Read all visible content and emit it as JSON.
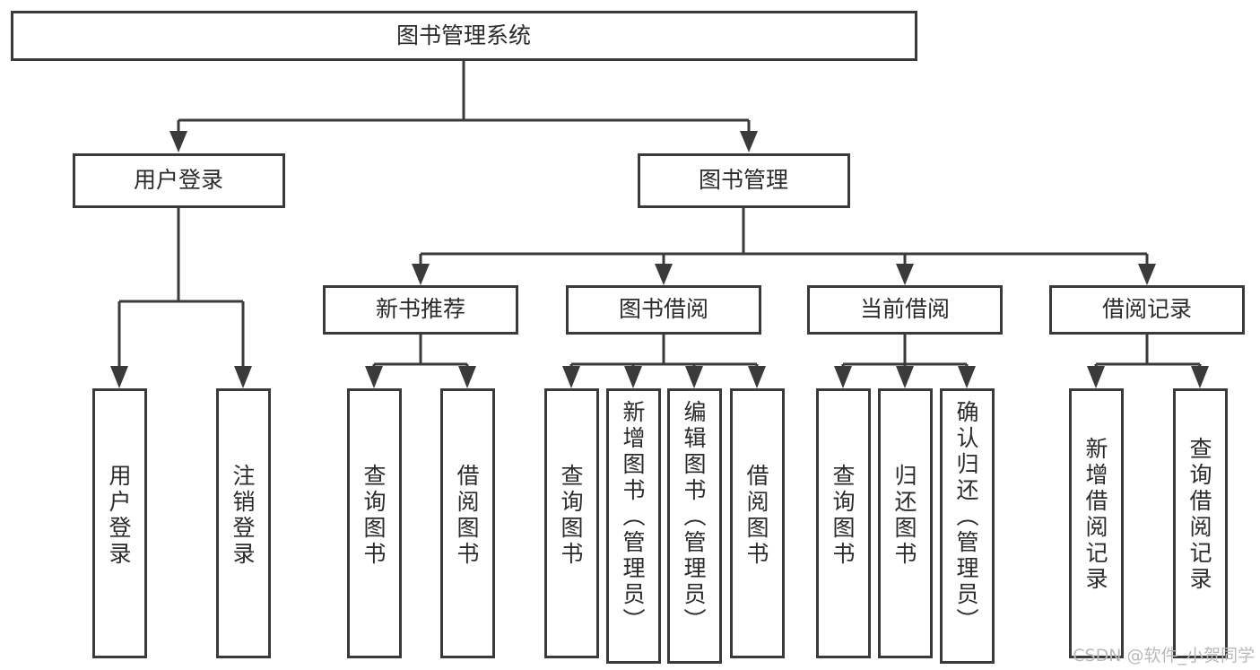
{
  "diagram": {
    "type": "tree-hierarchy",
    "title": "图书管理系统",
    "root": {
      "label": "图书管理系统"
    },
    "level1": [
      {
        "label": "用户登录"
      },
      {
        "label": "图书管理"
      }
    ],
    "level2": [
      {
        "label": "新书推荐",
        "parent": "图书管理"
      },
      {
        "label": "图书借阅",
        "parent": "图书管理"
      },
      {
        "label": "当前借阅",
        "parent": "图书管理"
      },
      {
        "label": "借阅记录",
        "parent": "图书管理"
      }
    ],
    "leaves": {
      "user_login": [
        {
          "label": "用户登录"
        },
        {
          "label": "注销登录"
        }
      ],
      "new_book_recommend": [
        {
          "label": "查询图书"
        },
        {
          "label": "借阅图书"
        }
      ],
      "book_borrow": [
        {
          "label": "查询图书"
        },
        {
          "label": "新增图书（管理员）"
        },
        {
          "label": "编辑图书（管理员）"
        },
        {
          "label": "借阅图书"
        }
      ],
      "current_borrow": [
        {
          "label": "查询图书"
        },
        {
          "label": "归还图书"
        },
        {
          "label": "确认归还（管理员）"
        }
      ],
      "borrow_record": [
        {
          "label": "新增借阅记录"
        },
        {
          "label": "查询借阅记录"
        }
      ]
    }
  },
  "watermark": {
    "text": "CSDN @软件_小贺同学"
  },
  "colors": {
    "stroke": "#3a3a3a",
    "text": "#2b2b2b",
    "background": "#ffffff",
    "watermark": "#b9b9b9"
  }
}
